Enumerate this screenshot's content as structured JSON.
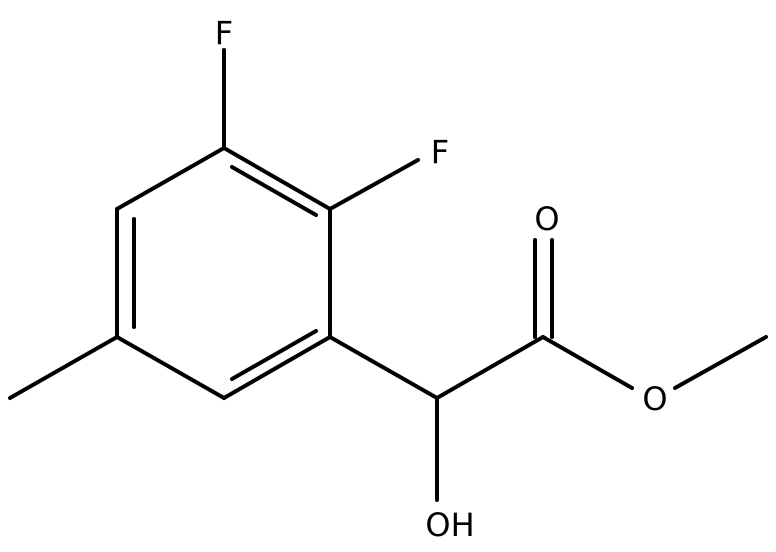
{
  "atoms": {
    "f_top": "F",
    "f_right": "F",
    "o_carbonyl": "O",
    "o_ester": "O",
    "hydroxyl": "OH"
  }
}
